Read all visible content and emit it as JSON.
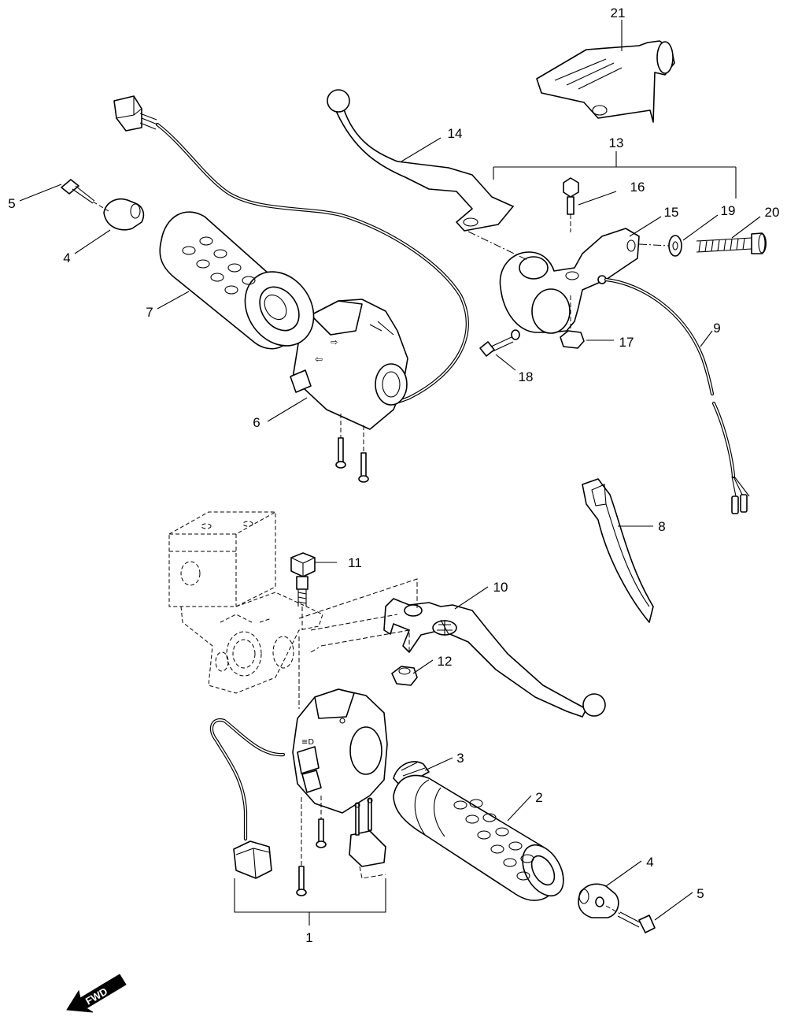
{
  "callouts": {
    "c1": "1",
    "c2": "2",
    "c3": "3",
    "c4a": "4",
    "c4b": "4",
    "c5a": "5",
    "c5b": "5",
    "c6": "6",
    "c7": "7",
    "c8": "8",
    "c9": "9",
    "c10": "10",
    "c11": "11",
    "c12": "12",
    "c13": "13",
    "c14": "14",
    "c15": "15",
    "c16": "16",
    "c17": "17",
    "c18": "18",
    "c19": "19",
    "c20": "20",
    "c21": "21"
  },
  "fwd_label": "FWD",
  "switch_markings": {
    "turn_left": "⇦",
    "turn_right": "⇨",
    "pass": "≡D"
  }
}
